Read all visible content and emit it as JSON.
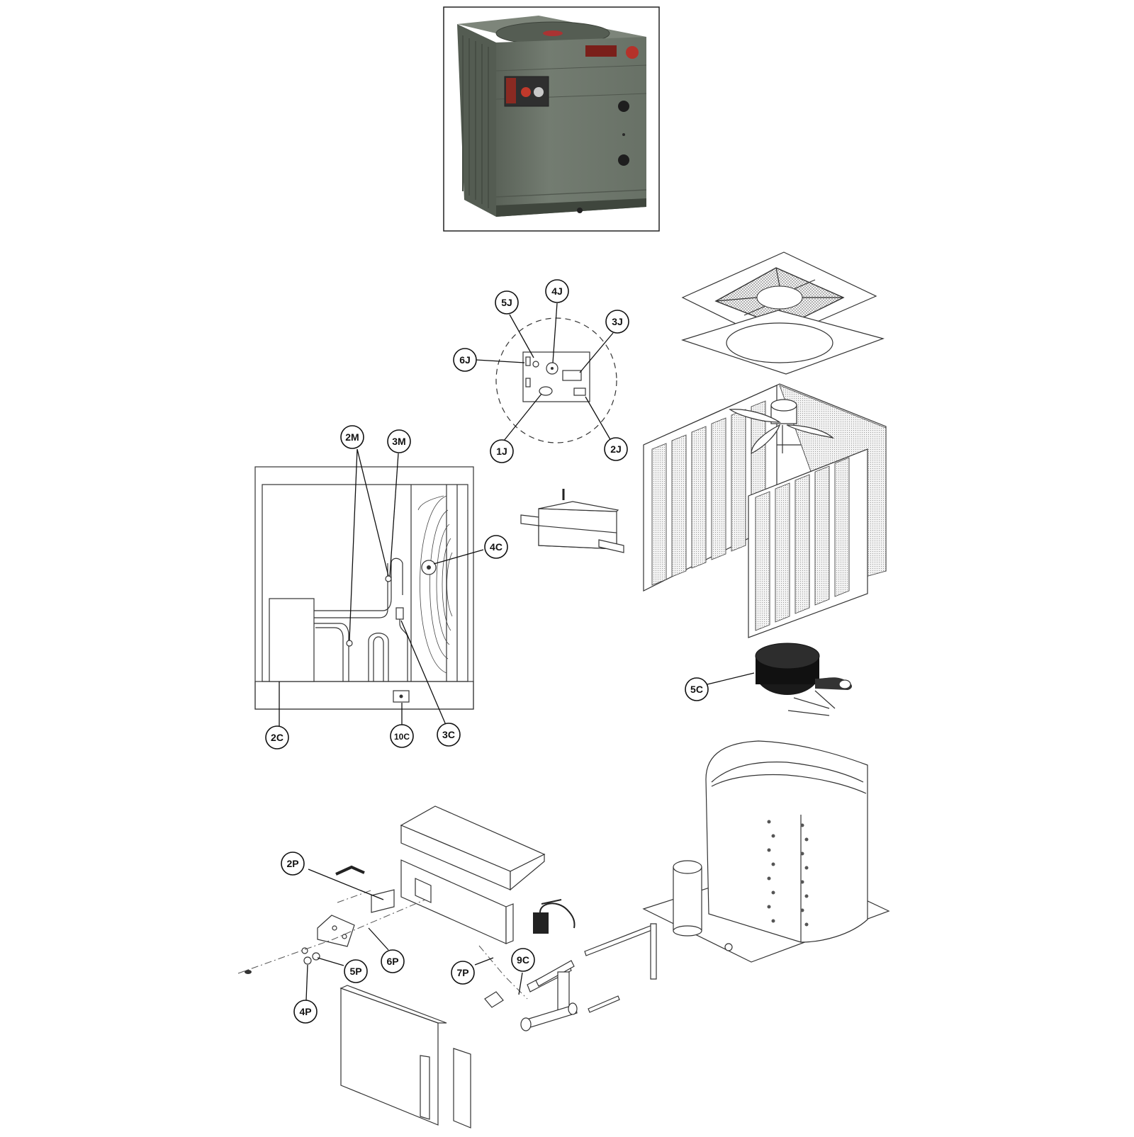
{
  "photo": {
    "description_icon": "heat-pump-unit-photo",
    "colors": {
      "cabinet": "#6e776c",
      "cabinet_dark": "#4b5249",
      "badge": "#b5322a"
    }
  },
  "callouts": {
    "c_5j": "5J",
    "c_4j": "4J",
    "c_3j": "3J",
    "c_6j": "6J",
    "c_1j": "1J",
    "c_2j": "2J",
    "c_2m": "2M",
    "c_3m": "3M",
    "c_4c": "4C",
    "c_2c": "2C",
    "c_10c": "10C",
    "c_3c": "3C",
    "c_5c": "5C",
    "c_2p": "2P",
    "c_6p": "6P",
    "c_5p": "5P",
    "c_4p": "4P",
    "c_7p": "7P",
    "c_9c": "9C"
  }
}
